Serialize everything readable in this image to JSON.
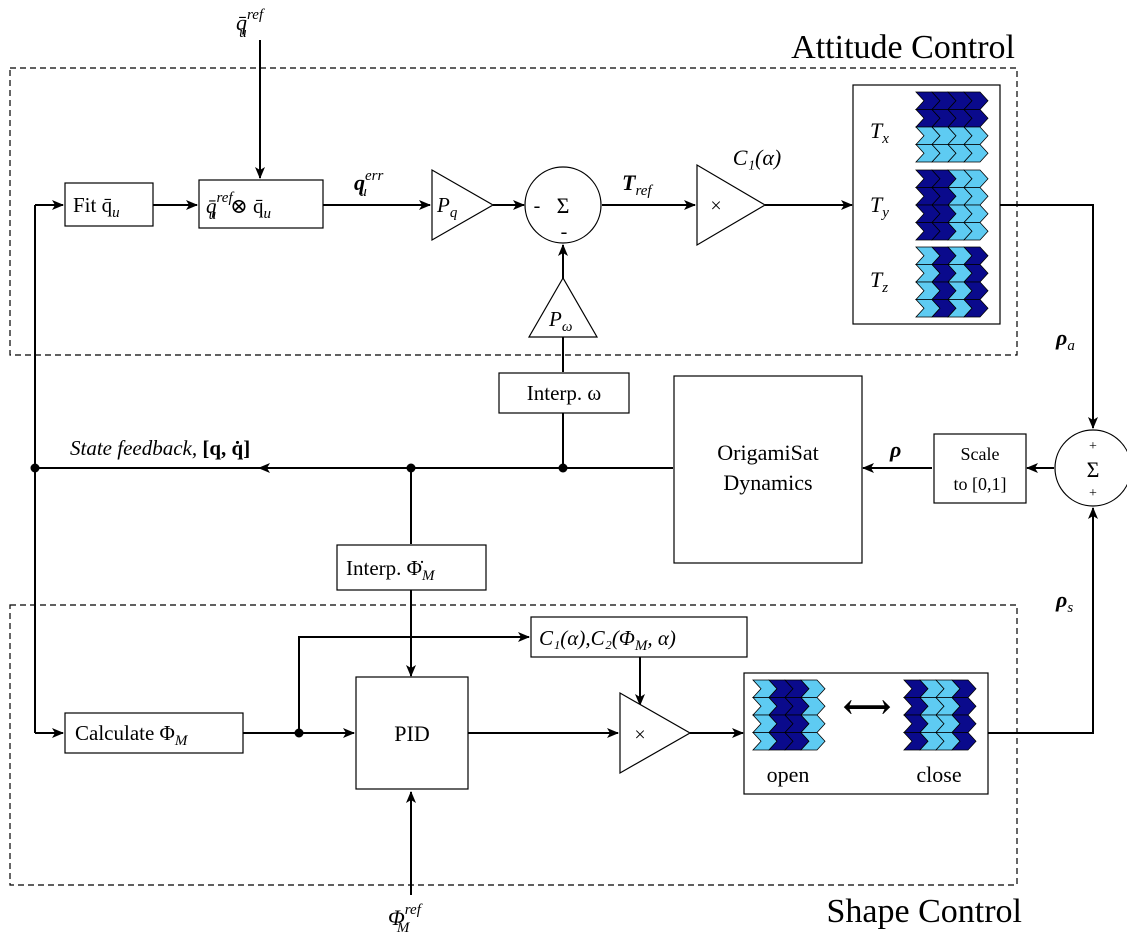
{
  "regions": {
    "attitude_title": "Attitude Control",
    "shape_title": "Shape Control"
  },
  "inputs": {
    "q_ref_base": "q̄",
    "q_ref_sup": "ref",
    "q_ref_sub": "u",
    "phi_ref_base": "Φ",
    "phi_ref_sup": "ref",
    "phi_ref_sub": "M"
  },
  "blocks": {
    "fit_label": "Fit q̄",
    "fit_sub": "u",
    "quat_label_a": "q̄",
    "quat_sup": "ref",
    "quat_sub": "u",
    "quat_op": "⊗ q̄",
    "quat_sub2": "u",
    "pq_base": "P",
    "pq_sub": "q",
    "pw_base": "P",
    "pw_sub": "ω",
    "sum_symbol": "Σ",
    "sum_minus_left": "-",
    "sum_minus_bottom": "-",
    "mult_symbol": "×",
    "interp_w": "Interp. ω",
    "dynamics_line1": "OrigamiSat",
    "dynamics_line2": "Dynamics",
    "scale_line1": "Scale",
    "scale_line2": "to [0,1]",
    "sum2_plus_top": "+",
    "sum2_plus_bottom": "+",
    "interp_phi": "Interp. Φ̇",
    "interp_phi_sub": "M",
    "calc_label": "Calculate Φ",
    "calc_sub": "M",
    "pid_label": "PID",
    "c1c2_label": "C₁(α),C₂(Φ",
    "c1c2_sub": "M",
    "c1c2_tail": ", α)",
    "mult2_symbol": "×",
    "open_label": "open",
    "close_label": "close",
    "arrow_symbol": "⟷"
  },
  "signals": {
    "q_err_base": "q",
    "q_err_sup": "err",
    "q_err_sub": "u",
    "t_ref_base": "T",
    "t_ref_sub": "ref",
    "c1_label": "C₁(α)",
    "rho_a_base": "ρ",
    "rho_a_sub": "a",
    "rho_label": "ρ",
    "rho_s_base": "ρ",
    "rho_s_sub": "s",
    "feedback_label": "State feedback, ",
    "feedback_vec": "[q, q̇]"
  },
  "torques": {
    "tx_base": "T",
    "tx_sub": "x",
    "ty_base": "T",
    "ty_sub": "y",
    "tz_base": "T",
    "tz_sub": "z"
  },
  "colors": {
    "dark_blue": "#0a0a8c",
    "light_blue": "#5ecbf2"
  }
}
